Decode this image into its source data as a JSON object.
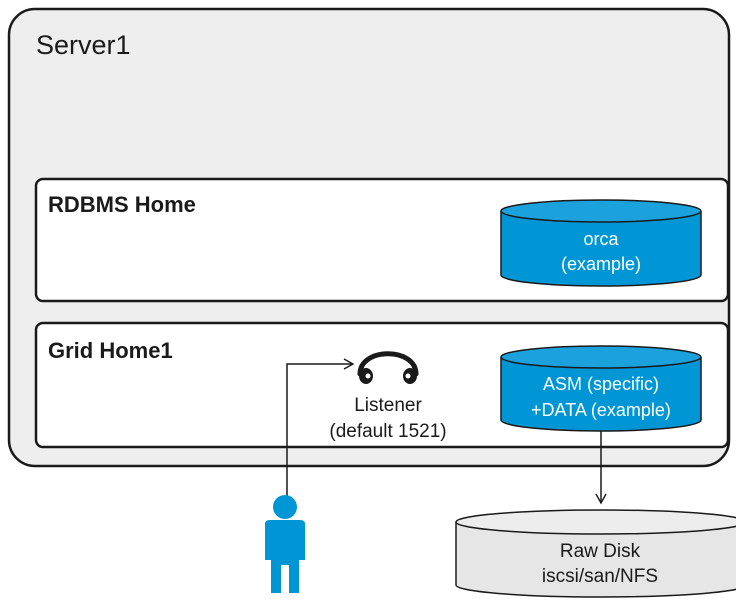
{
  "server": {
    "title": "Server1"
  },
  "rdbms_home": {
    "title": "RDBMS Home",
    "db": {
      "line1": "orca",
      "line2": "(example)"
    }
  },
  "grid_home": {
    "title": "Grid Home1",
    "asm": {
      "line1": "ASM (specific)",
      "line2": "+DATA (example)"
    },
    "listener": {
      "line1": "Listener",
      "line2": "(default 1521)"
    }
  },
  "raw_disk": {
    "line1": "Raw Disk",
    "line2": "iscsi/san/NFS"
  },
  "colors": {
    "server_fill": "#eeeeee",
    "stroke": "#1a1a1a",
    "db_blue": "#0096d6",
    "db_top_blue": "#1ba1dc",
    "disk_fill": "#e6e6e6",
    "person_blue": "#0096d6"
  },
  "icons": {
    "listener": "headset-icon",
    "user": "person-icon",
    "database": "cylinder-icon"
  }
}
